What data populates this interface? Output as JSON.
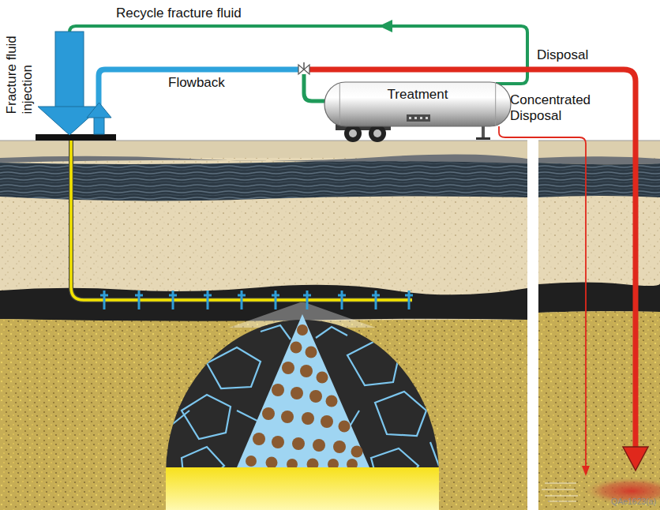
{
  "diagram": {
    "nodes": [
      {
        "text": [
          "Treatment"
        ]
      }
    ],
    "labels": [
      "Fracture fluid injection",
      "Recycle fracture fluid",
      "Flowback",
      "Disposal",
      "Concentrated Disposal",
      "QAe1623(a)"
    ]
  }
}
